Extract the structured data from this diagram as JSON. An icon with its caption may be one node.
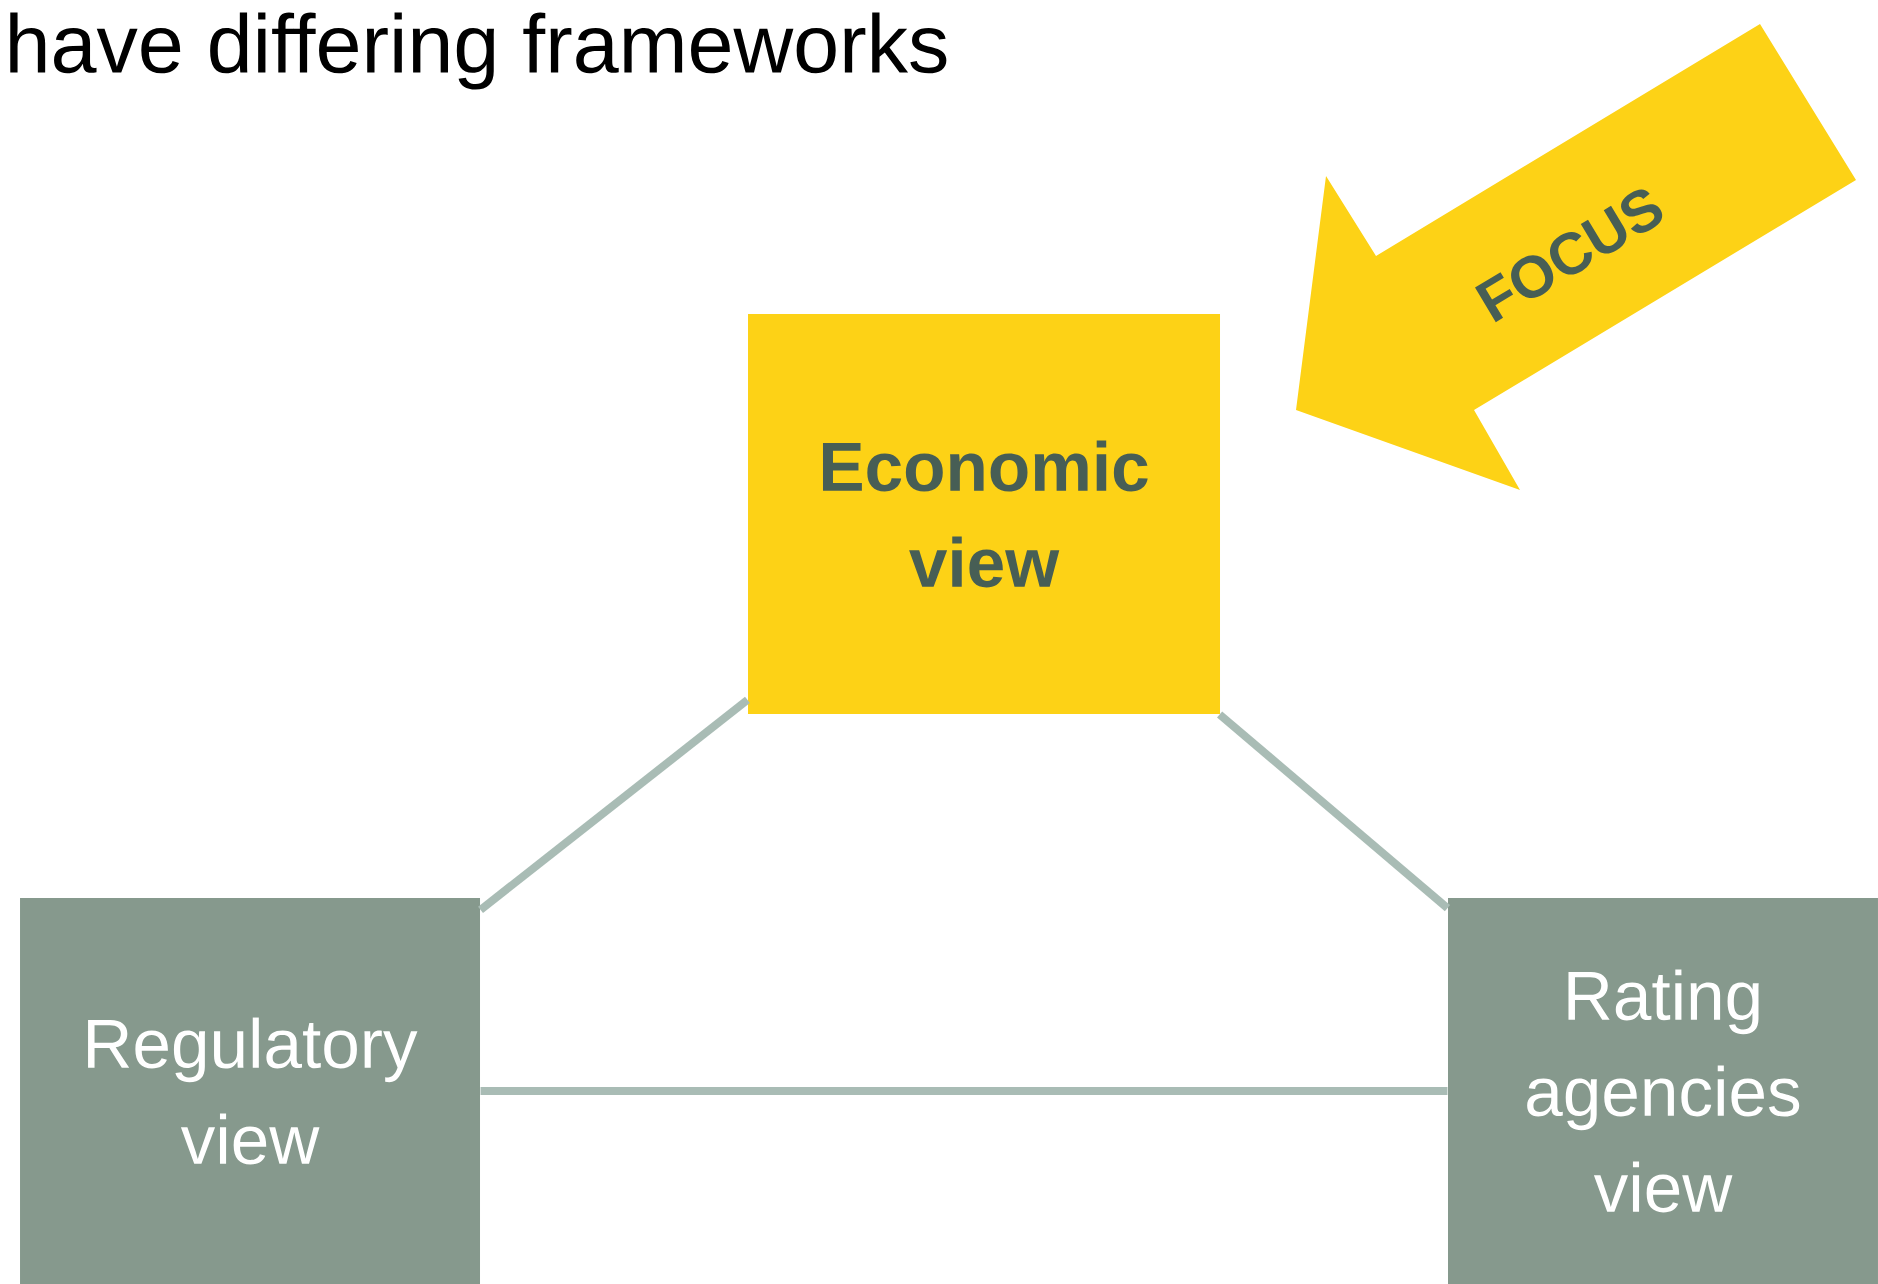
{
  "diagram": {
    "title": "have differing frameworks",
    "nodes": [
      {
        "text": [
          "Economic view"
        ]
      },
      {
        "text": [
          "Regulatory view"
        ]
      },
      {
        "text": [
          "Rating agencies view"
        ]
      },
      {
        "text": [
          "FOCUS"
        ]
      }
    ],
    "edges": [
      {
        "from": 0,
        "to": 1,
        "arrow": "none"
      },
      {
        "from": 0,
        "to": 2,
        "arrow": "none"
      },
      {
        "from": 1,
        "to": 2,
        "arrow": "none"
      }
    ]
  }
}
